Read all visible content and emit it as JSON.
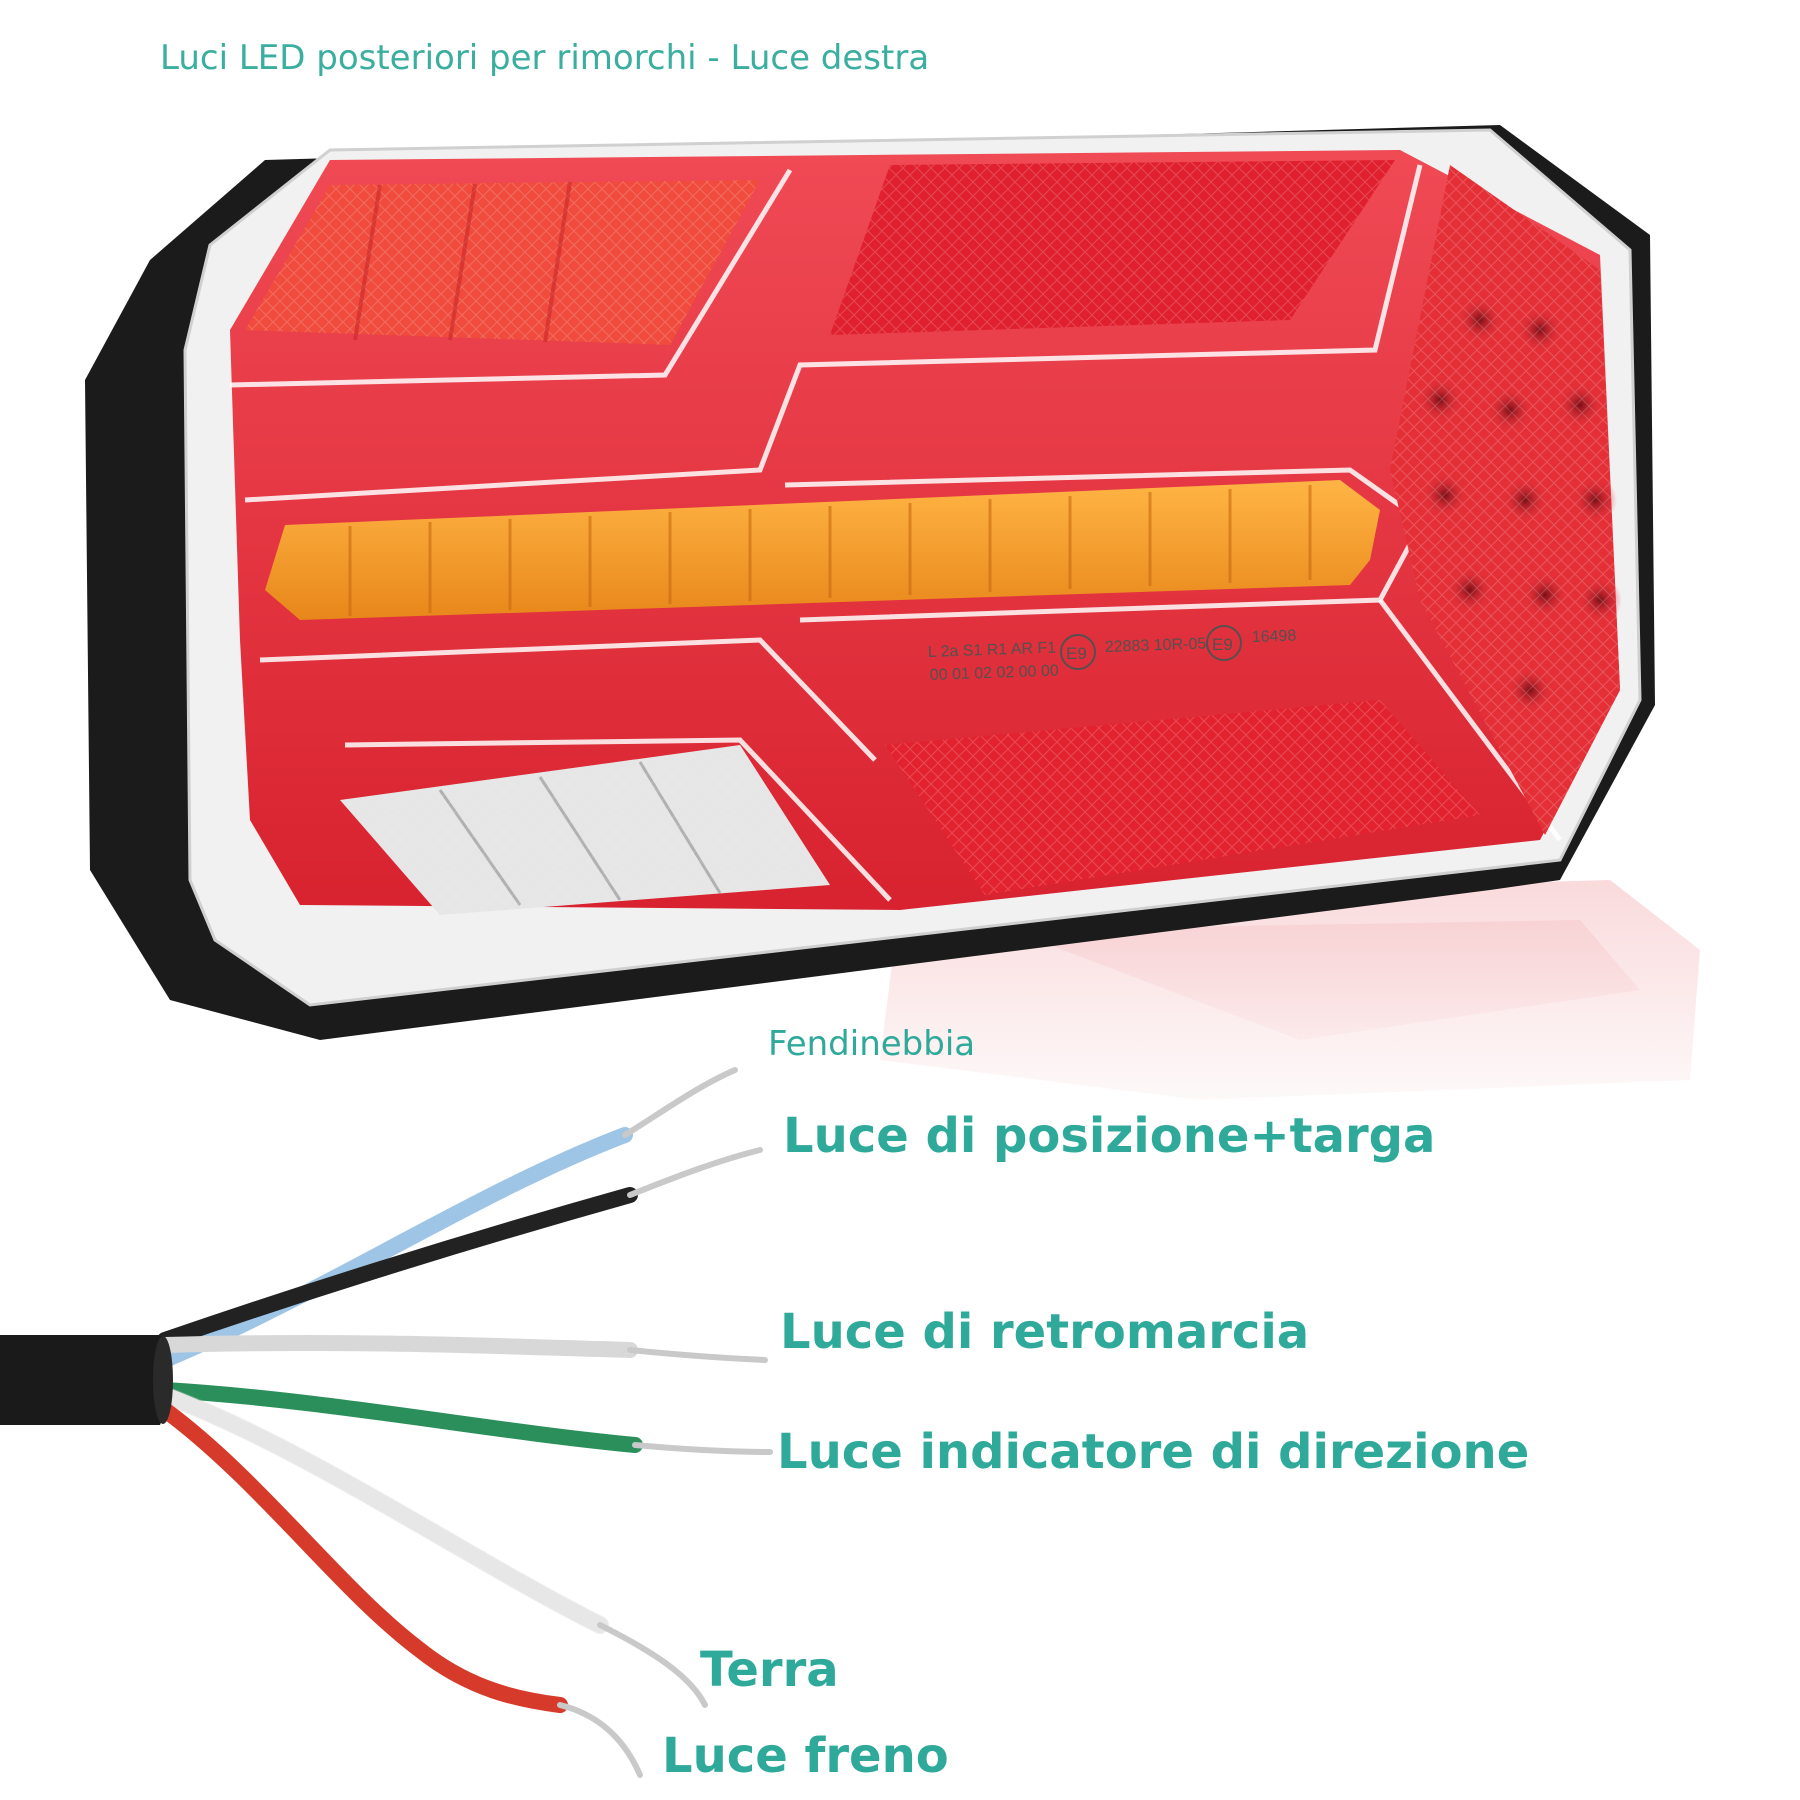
{
  "title": "Luci LED posteriori per rimorchi - Luce destra",
  "labels": {
    "fog": "Fendinebbia",
    "position_plate": "Luce di posizione+targa",
    "reverse": "Luce di retromarcia",
    "indicator": "Luce indicatore di direzione",
    "ground": "Terra",
    "brake": "Luce freno"
  },
  "markings": {
    "line1": "L  2a S1 R1 AR F1",
    "line2": "00 01 02 02 00 00",
    "e_mark": "E9",
    "approval1": "22883  10R-05",
    "approval2": "16498"
  },
  "colors": {
    "label_text": "#2ea99a",
    "lens_red": "#e8343f",
    "lens_amber": "#f39a24",
    "wire_blue": "#9ec5e6",
    "wire_black": "#222222",
    "wire_grey": "#d8d8d8",
    "wire_green": "#2b8f5c",
    "wire_white": "#f4f4f4",
    "wire_red": "#d63a2a",
    "cable_sheath": "#1a1a1a"
  }
}
